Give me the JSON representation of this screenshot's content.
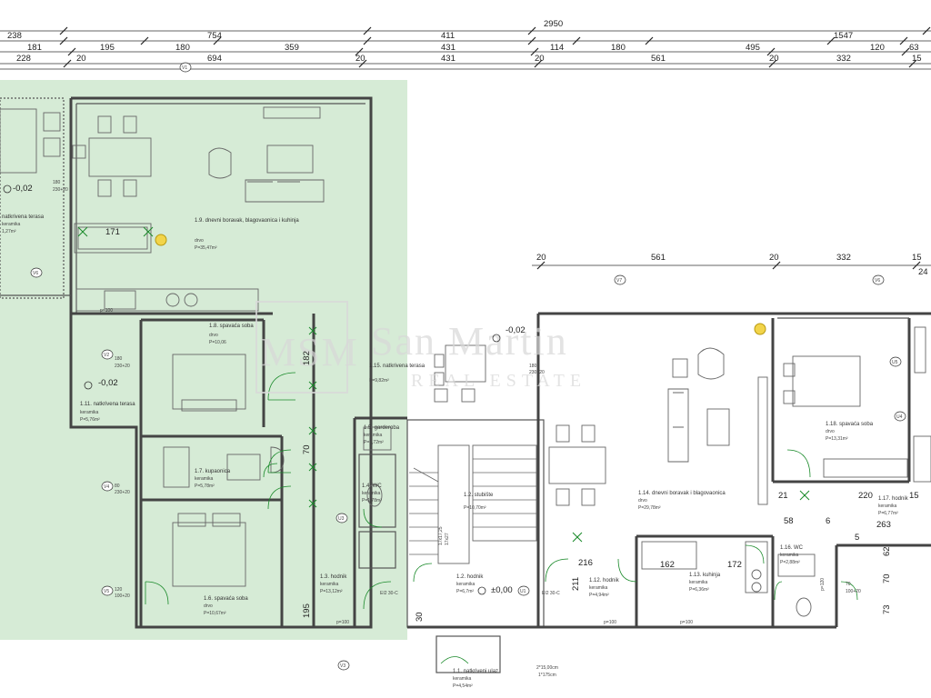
{
  "dimensions": {
    "top_total": "2950",
    "row1": [
      "238",
      "754",
      "411",
      "1547"
    ],
    "row2": [
      "181",
      "195",
      "180",
      "359",
      "431",
      "114",
      "180",
      "495",
      "120",
      "63"
    ],
    "row3": [
      "228",
      "20",
      "694",
      "20",
      "431",
      "20",
      "561",
      "20",
      "332",
      "15"
    ],
    "mid": [
      "20",
      "561",
      "20",
      "332",
      "15",
      "24"
    ],
    "vertical": [
      "182",
      "70",
      "195",
      "211",
      "62",
      "70",
      "73",
      "216",
      "162",
      "172"
    ],
    "misc": [
      "21",
      "220",
      "15",
      "58",
      "263",
      "6",
      "30",
      "5"
    ]
  },
  "rooms": [
    {
      "id": "1.9",
      "name": "1.9. dnevni boravak, blagovaonica i kuhinja",
      "floor": "drvo",
      "area": "P=35,47m²"
    },
    {
      "id": "1.8",
      "name": "1.8. spavaća soba",
      "floor": "drvo",
      "area": "P=10,06"
    },
    {
      "id": "1.11",
      "name": "1.11. natkrivena terasa",
      "floor": "keramika",
      "area": "P=5,76m²"
    },
    {
      "id": "1.7",
      "name": "1.7. kupaonica",
      "floor": "keramika",
      "area": "P=5,78m²"
    },
    {
      "id": "1.6",
      "name": "1.6. spavaća soba",
      "floor": "drvo",
      "area": "P=10,67m²"
    },
    {
      "id": "1.15",
      "name": "1.15. natkrivena terasa",
      "floor": "",
      "area": "P=9,82m²"
    },
    {
      "id": "1.5",
      "name": "1.5. garderoba",
      "floor": "keramika",
      "area": "P=0,72m²"
    },
    {
      "id": "1.4",
      "name": "1.4. WC",
      "floor": "keramika",
      "area": "P=1,78m²"
    },
    {
      "id": "1.3",
      "name": "1.3. hodnik",
      "floor": "keramika",
      "area": "P=13,12m²"
    },
    {
      "id": "1.2s",
      "name": "1.2. stubište",
      "floor": "",
      "area": "P=10,70m²"
    },
    {
      "id": "1.2",
      "name": "1.2. hodnik",
      "floor": "keramika",
      "area": "P=6,7m²"
    },
    {
      "id": "1.14",
      "name": "1.14. dnevni boravak i blagovaonica",
      "floor": "drvo",
      "area": "P=29,78m²"
    },
    {
      "id": "1.12",
      "name": "1.12. hodnik",
      "floor": "keramika",
      "area": "P=4,94m²"
    },
    {
      "id": "1.13",
      "name": "1.13. kuhinja",
      "floor": "keramika",
      "area": "P=6,36m²"
    },
    {
      "id": "1.18",
      "name": "1.18. spavaća soba",
      "floor": "drvo",
      "area": "P=13,31m²"
    },
    {
      "id": "1.17",
      "name": "1.17. hodnik",
      "floor": "keramika",
      "area": "P=6,77m²"
    },
    {
      "id": "1.16",
      "name": "1.16. WC",
      "floor": "keramika",
      "area": "P=2,88m²"
    },
    {
      "id": "1.1",
      "name": "1.1. natkriveni ulaz",
      "floor": "keramika",
      "area": "P=4,54m²"
    },
    {
      "id": "1.10",
      "name": "natkrivena terasa",
      "floor": "keramika",
      "area": "1,27m²"
    }
  ],
  "levels": [
    "-0,02",
    "-0,02",
    "-0,02",
    "±0,00"
  ],
  "window_labels": [
    "V1",
    "V2",
    "V3",
    "V4",
    "V5",
    "V6",
    "V7",
    "U1",
    "U2",
    "U3",
    "U4",
    "U5"
  ],
  "window_sizes": [
    "180",
    "230+20",
    "80",
    "230+20",
    "120",
    "100+20",
    "70",
    "100+20",
    "80",
    "230+20"
  ],
  "parapets": [
    "p=100",
    "p=100",
    "p=100",
    "p=100",
    "p=120"
  ],
  "stair": [
    "17x17,25",
    "17x27"
  ],
  "misc_labels": [
    "171",
    "2*15,00cm",
    "1*175cm",
    "EI2 30-C",
    "EI2 30-C"
  ],
  "watermark": {
    "line1": "San Martin",
    "line2": "REAL ESTATE",
    "logo": "MSM"
  },
  "colors": {
    "highlight": "#cfe8cf",
    "wall": "#444444",
    "door": "#1a8a2a",
    "watermark": "#d8d8d8"
  }
}
